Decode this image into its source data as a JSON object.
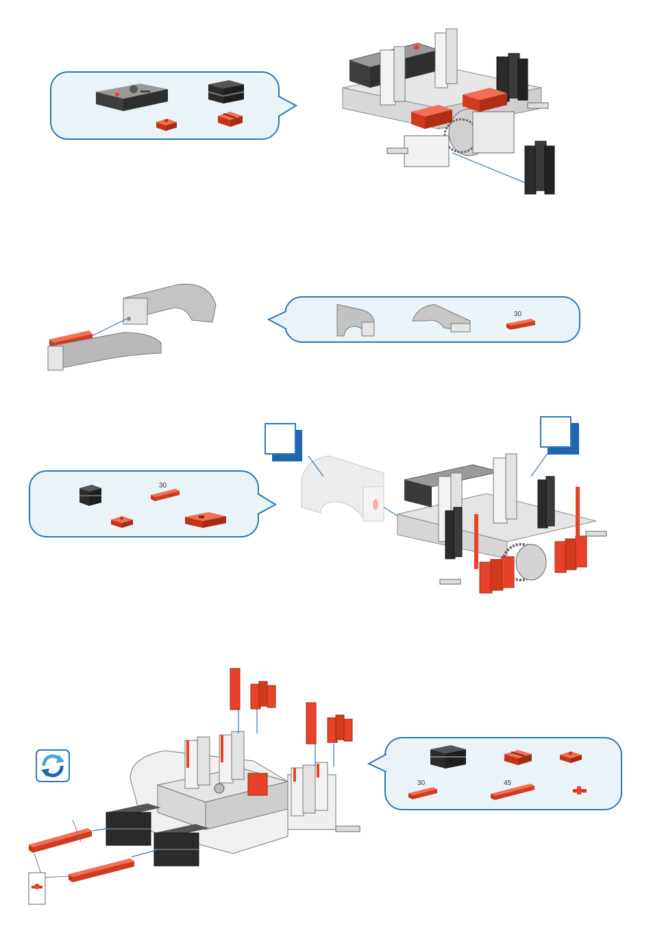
{
  "steps": [
    {
      "parts": [
        "controller-block",
        "building-block-black",
        "red-plate-small",
        "red-clip-double"
      ]
    },
    {
      "parts": [
        "grey-curved-panel-a",
        "grey-curved-panel-b",
        "red-strut-30"
      ],
      "labels": {
        "strut": "30"
      }
    },
    {
      "parts": [
        "building-block-black",
        "red-strut-30",
        "red-plate-small",
        "red-building-block"
      ],
      "labels": {
        "strut": "30"
      }
    },
    {
      "parts": [
        "building-block-black-2",
        "red-clip-double",
        "red-plate-small",
        "red-strut-30",
        "red-strut-45",
        "red-connector"
      ],
      "labels": {
        "strut30": "30",
        "strut45": "45"
      }
    }
  ],
  "colors": {
    "accent_blue": "#2c78b5",
    "bubble_fill": "#eaf3f8",
    "part_red": "#e8432a",
    "part_black": "#2b2b2b",
    "part_grey": "#c8c8c8"
  },
  "icons": {
    "rotate": "rotate-model-icon"
  }
}
